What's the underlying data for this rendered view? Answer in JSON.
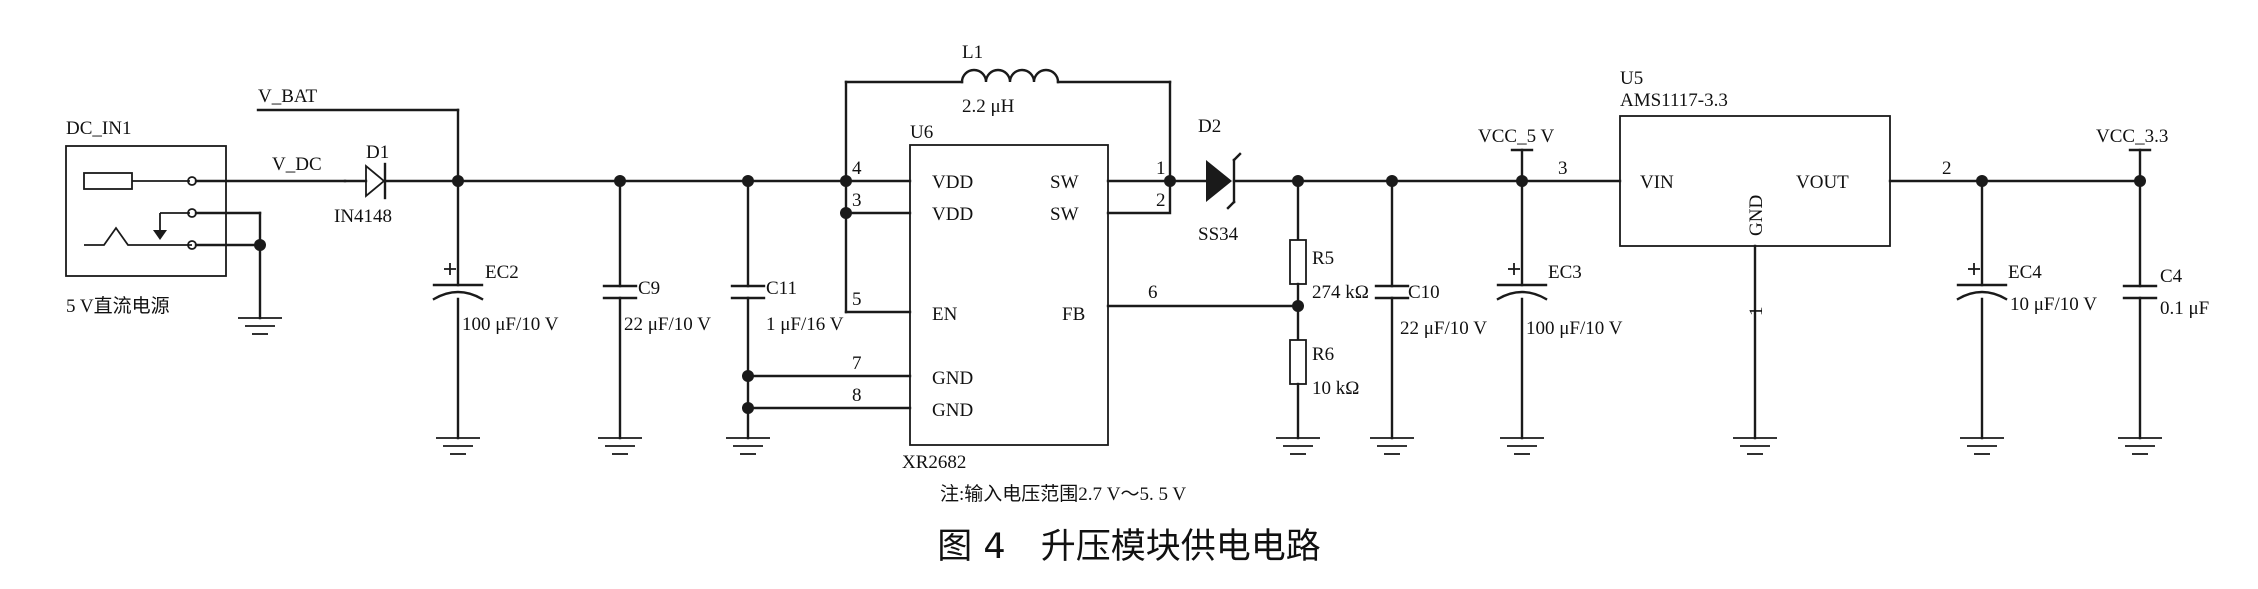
{
  "caption": "图 4　升压模块供电电路",
  "note": "注:输入电压范围2.7 V～5. 5 V",
  "nets": {
    "v_bat": "V_BAT",
    "v_dc": "V_DC",
    "vcc5": "VCC_5 V",
    "vcc33": "VCC_3.3"
  },
  "dc_in": {
    "ref": "DC_IN1",
    "desc": "5 V直流电源"
  },
  "d1": {
    "ref": "D1",
    "part": "IN4148"
  },
  "d2": {
    "ref": "D2",
    "part": "SS34"
  },
  "l1": {
    "ref": "L1",
    "value": "2.2 μH"
  },
  "ec2": {
    "ref": "EC2",
    "value": "100 μF/10 V"
  },
  "c9": {
    "ref": "C9",
    "value": "22 μF/10 V"
  },
  "c11": {
    "ref": "C11",
    "value": "1 μF/16 V"
  },
  "u6": {
    "ref": "U6",
    "part": "XR2682",
    "pins": {
      "vdd1": "VDD",
      "vdd2": "VDD",
      "en": "EN",
      "gnd1": "GND",
      "gnd2": "GND",
      "sw1": "SW",
      "sw2": "SW",
      "fb": "FB"
    },
    "pin_numbers": {
      "p4": "4",
      "p3": "3",
      "p5": "5",
      "p7": "7",
      "p8": "8",
      "p1": "1",
      "p2": "2",
      "p6": "6"
    }
  },
  "r5": {
    "ref": "R5",
    "value": "274 kΩ"
  },
  "r6": {
    "ref": "R6",
    "value": "10 kΩ"
  },
  "c10": {
    "ref": "C10",
    "value": "22 μF/10 V"
  },
  "ec3": {
    "ref": "EC3",
    "value": "100 μF/10 V"
  },
  "u5": {
    "ref": "U5",
    "part": "AMS1117-3.3",
    "pins": {
      "vin": "VIN",
      "gnd": "GND",
      "vout": "VOUT"
    },
    "pin_numbers": {
      "p3": "3",
      "p1": "1",
      "p2": "2"
    }
  },
  "ec4": {
    "ref": "EC4",
    "value": "10 μF/10 V"
  },
  "c4": {
    "ref": "C4",
    "value": "0.1 μF"
  }
}
